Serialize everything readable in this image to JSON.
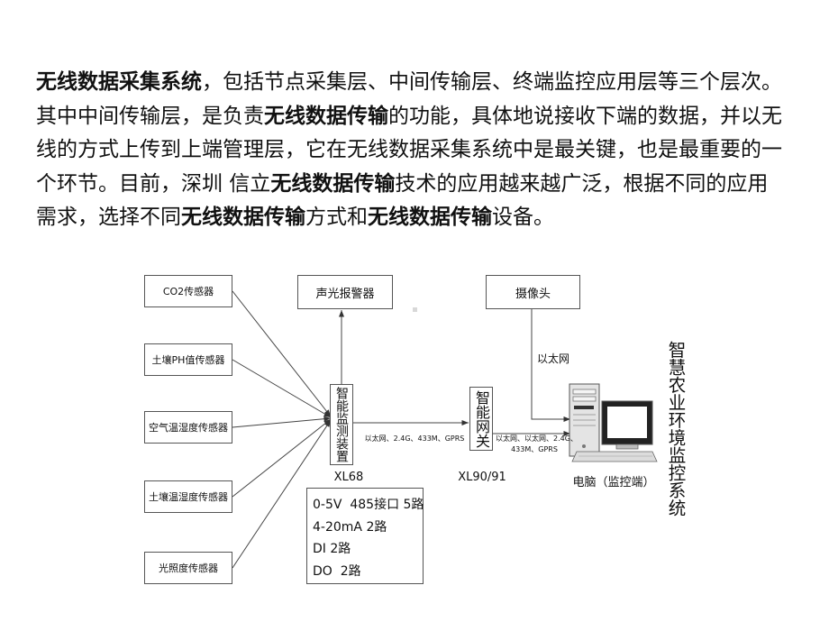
{
  "paragraph": {
    "lines": [
      [
        "无线数据采集系统",
        "，包括节点采集层、中间传输层、终端监控应用层等三个层次。"
      ],
      [
        "其中中间传输层，是负责",
        "无线数据传输",
        "的功能，具体地说接收下端的数据，并以无"
      ],
      [
        "线的方式上传到上端管理层，它在无线数据采集系统中是最关键，也是最重要的一"
      ],
      [
        "个环节。目前，深圳 信立",
        "无线数据传输",
        "技术的应用越来越广泛，根据不同的应用"
      ],
      [
        "需求，选择不同",
        "无线数据传输",
        "方式和",
        "无线数据传输",
        "设备。"
      ]
    ]
  },
  "diagram": {
    "sensors": [
      "CO2传感器",
      "土壤PH值传感器",
      "空气温湿度传感器",
      "土壤温湿度传感器",
      "光照度传感器"
    ],
    "alarm": "声光报警器",
    "camera": "摄像头",
    "monitor_device": {
      "label": "智能监测装置",
      "model": "XL68"
    },
    "gateway": {
      "label": "智能网关",
      "model": "XL90/91"
    },
    "link_device_gateway": "以太网、2.4G、433M、GPRS",
    "link_gateway_computer": [
      "以太网、以太网、2.4G、",
      "433M、GPRS"
    ],
    "camera_link": "以太网",
    "computer": "电脑（监控端）",
    "system_title": "智慧农业环境监控系统",
    "io_specs": [
      "0-5V  485接口 5路",
      "4-20mA 2路",
      "DI 2路",
      "DO  2路"
    ]
  }
}
